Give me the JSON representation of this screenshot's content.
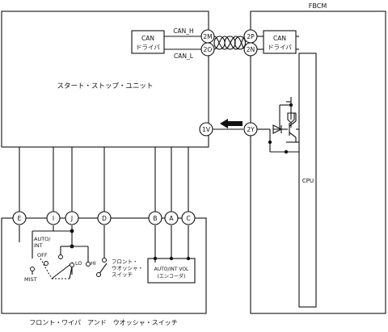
{
  "fbcm": {
    "title": "FBCM",
    "driver": [
      "CAN",
      "ドライバ"
    ],
    "pins": {
      "can_h": "2P",
      "can_l": "2N",
      "out": "2Y"
    },
    "cpu": "CPU"
  },
  "ssu": {
    "title": "スタート・ストップ・ユニット",
    "driver": [
      "CAN",
      "ドライバ"
    ],
    "pins": {
      "can_h": "2M",
      "can_l": "2O",
      "in": "1V"
    }
  },
  "bus": {
    "can_h": "CAN_H",
    "can_l": "CAN_L"
  },
  "switch": {
    "title": "フロント・ワイパ　アンド　ウオッシャ・スイッチ",
    "pins": [
      "E",
      "I",
      "J",
      "D",
      "B",
      "A",
      "C"
    ],
    "wiper_label": [
      "AUTO/",
      "INT"
    ],
    "positions": {
      "off": "OFF",
      "lo": "LO",
      "hi": "HI",
      "mist": "MIST"
    },
    "washer_label": [
      "フロント・",
      "ウオッシャ・",
      "スイッチ"
    ],
    "encoder_label": [
      "AUTO/INT VOL",
      "(エンコーダ)"
    ]
  }
}
